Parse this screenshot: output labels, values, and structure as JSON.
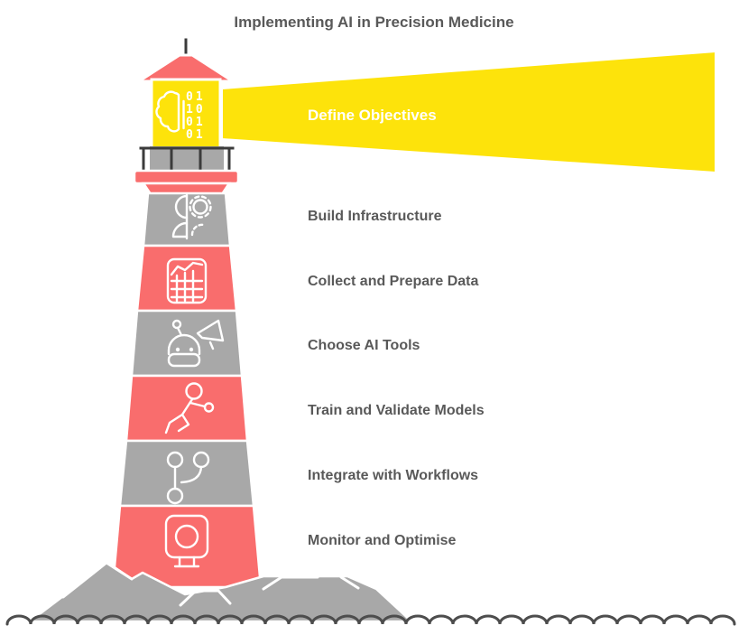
{
  "title": "Implementing AI in Precision Medicine",
  "steps": [
    {
      "label": "Define Objectives",
      "icon": "brain-binary-icon",
      "band_color": "#FDE30B",
      "highlighted": true
    },
    {
      "label": "Build Infrastructure",
      "icon": "person-gears-icon",
      "band_color": "#A8A8A8",
      "highlighted": false
    },
    {
      "label": "Collect and Prepare Data",
      "icon": "data-chart-icon",
      "band_color": "#F96D6D",
      "highlighted": false
    },
    {
      "label": "Choose AI Tools",
      "icon": "robot-megaphone-icon",
      "band_color": "#A8A8A8",
      "highlighted": false
    },
    {
      "label": "Train and Validate Models",
      "icon": "training-figure-icon",
      "band_color": "#F96D6D",
      "highlighted": false
    },
    {
      "label": "Integrate with Workflows",
      "icon": "branch-icon",
      "band_color": "#A8A8A8",
      "highlighted": false
    },
    {
      "label": "Monitor and Optimise",
      "icon": "monitor-camera-icon",
      "band_color": "#F96D6D",
      "highlighted": false
    }
  ],
  "lantern_digits": "01\n10\n01\n01",
  "colors": {
    "coral": "#F96D6D",
    "gray_band": "#A8A8A8",
    "beam_yellow": "#FDE30B",
    "text_gray": "#595959",
    "wave": "#4D4D4D",
    "dark": "#3B3B3B"
  }
}
